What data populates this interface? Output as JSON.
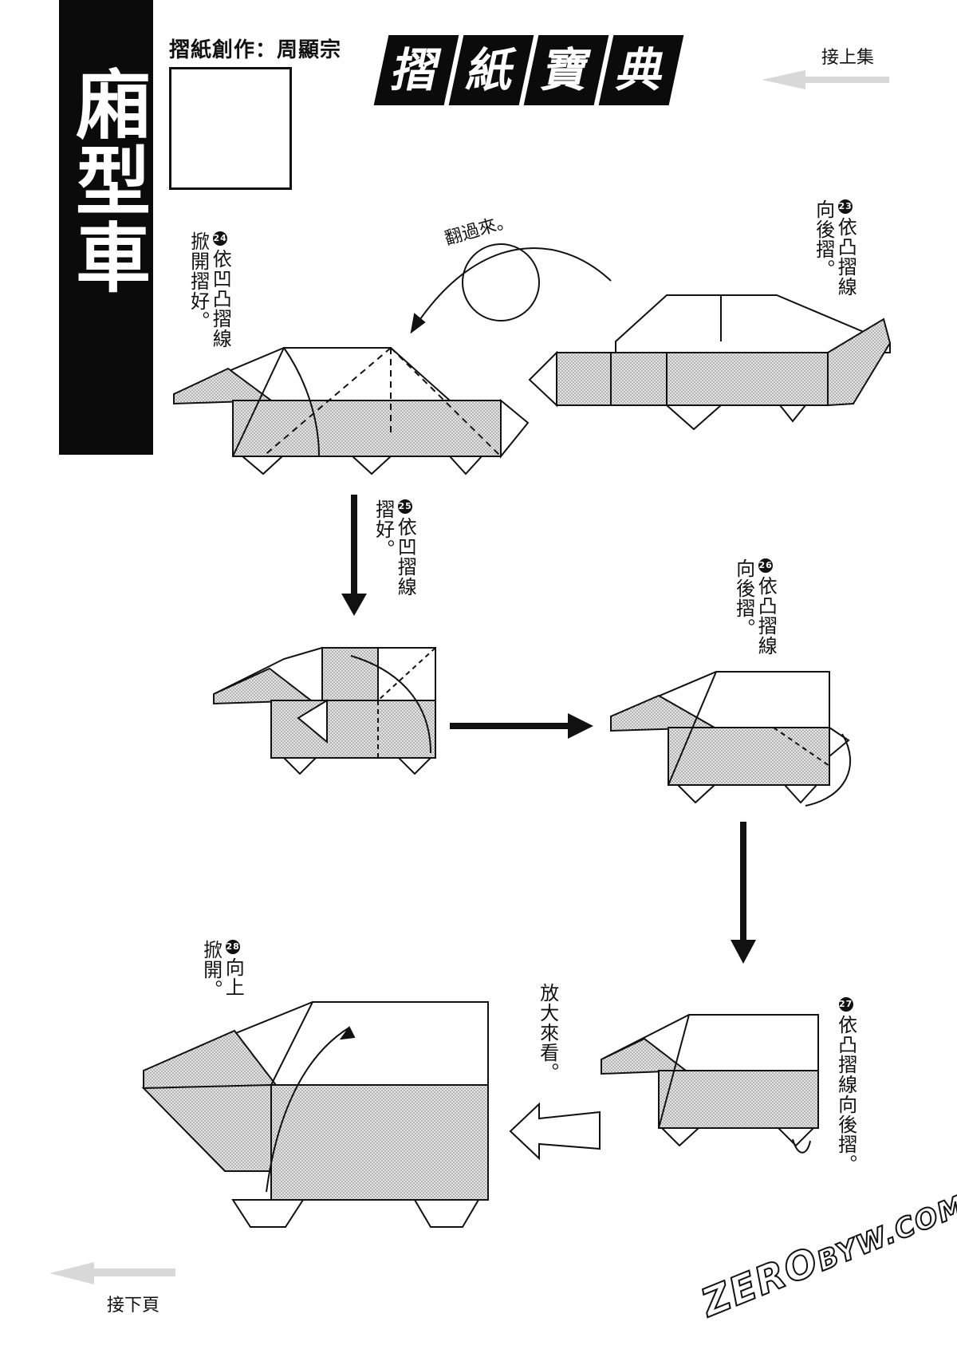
{
  "side_title": "廂型車",
  "author_credit": "摺紙創作：周顯宗",
  "book_title_chars": [
    "摺",
    "紙",
    "寶",
    "典"
  ],
  "continue_from": "接上集",
  "continue_to": "接下頁",
  "flip_instruction": "翻過來。",
  "steps": [
    {
      "number": "23",
      "text": "依凸摺線向後摺。",
      "col1": "依凸摺線",
      "col2": "向後摺。"
    },
    {
      "number": "24",
      "text": "依凹凸摺線掀開摺好。",
      "col1": "依凹凸摺線",
      "col2": "掀開摺好。"
    },
    {
      "number": "25",
      "text": "依凹摺線摺好。",
      "col1": "依凹摺線",
      "col2": "摺好。"
    },
    {
      "number": "26",
      "text": "依凸摺線向後摺。",
      "col1": "依凸摺線",
      "col2": "向後摺。"
    },
    {
      "number": "27",
      "text": "依凸摺線向後摺。",
      "col1": "依凸摺線向後摺。"
    },
    {
      "number": "28",
      "text": "向上掀開。",
      "col1": "向上",
      "col2": "掀開。"
    }
  ],
  "zoom_instruction": "放大來看。",
  "watermark": {
    "main": "ZERO",
    "suffix": "BYW.COM"
  },
  "colors": {
    "ink": "#111111",
    "shade": "#cfcfcf",
    "bar": "#0b0b0b"
  }
}
